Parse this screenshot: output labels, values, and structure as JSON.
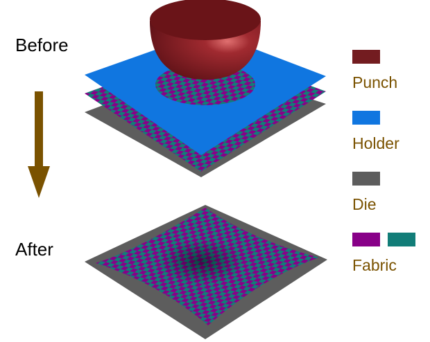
{
  "stages": {
    "before": "Before",
    "after": "After"
  },
  "legend": [
    {
      "label": "Punch",
      "colors": [
        "#731c20"
      ]
    },
    {
      "label": "Holder",
      "colors": [
        "#1076e0"
      ]
    },
    {
      "label": "Die",
      "colors": [
        "#5d5d5d"
      ]
    },
    {
      "label": "Fabric",
      "colors": [
        "#880088",
        "#127d78"
      ]
    }
  ],
  "arrow_color": "#7a5200"
}
